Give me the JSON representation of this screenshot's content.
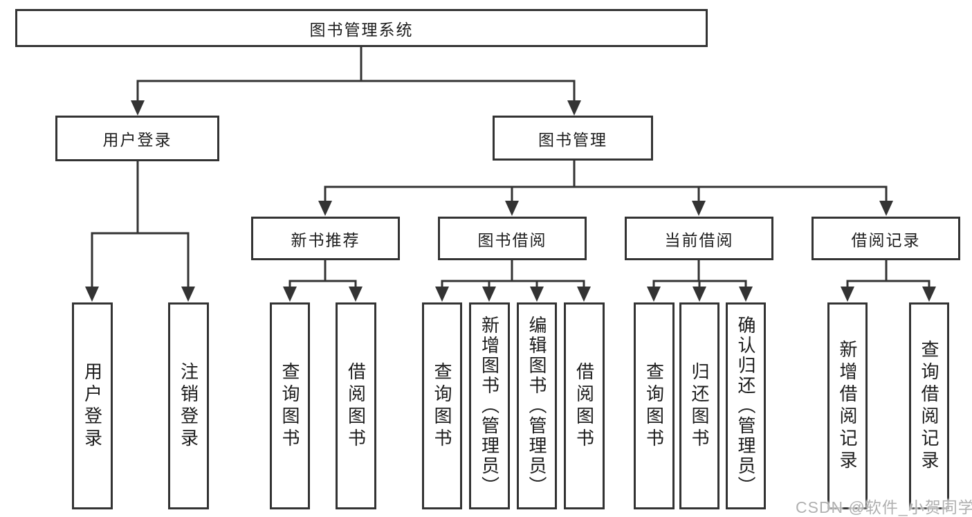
{
  "tree": {
    "root": {
      "label": "图书管理系统",
      "children": [
        {
          "label": "用户登录",
          "children": [
            {
              "label": "用户登录"
            },
            {
              "label": "注销登录"
            }
          ]
        },
        {
          "label": "图书管理",
          "children": [
            {
              "label": "新书推荐",
              "children": [
                {
                  "label": "查询图书"
                },
                {
                  "label": "借阅图书"
                }
              ]
            },
            {
              "label": "图书借阅",
              "children": [
                {
                  "label": "查询图书"
                },
                {
                  "label": "新增图书（管理员）"
                },
                {
                  "label": "编辑图书（管理员）"
                },
                {
                  "label": "借阅图书"
                }
              ]
            },
            {
              "label": "当前借阅",
              "children": [
                {
                  "label": "查询图书"
                },
                {
                  "label": "归还图书"
                },
                {
                  "label": "确认归还（管理员）"
                }
              ]
            },
            {
              "label": "借阅记录",
              "children": [
                {
                  "label": "新增借阅记录"
                },
                {
                  "label": "查询借阅记录"
                }
              ]
            }
          ]
        }
      ]
    }
  },
  "watermark": {
    "text": "CSDN @软件_小贺同学"
  },
  "colors": {
    "line": "#333333",
    "text": "#1c1c1c",
    "watermark": "#b0b0b0",
    "background": "#ffffff"
  }
}
